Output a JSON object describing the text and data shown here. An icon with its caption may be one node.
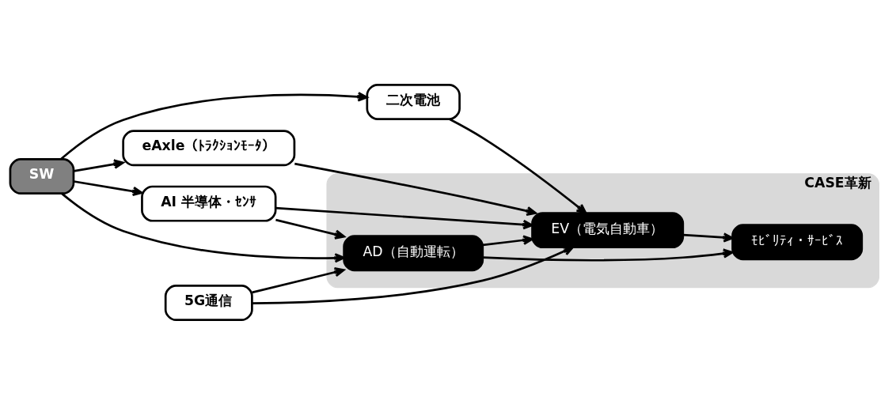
{
  "diagram": {
    "nodes": [
      {
        "text": [
          "CASE革新"
        ]
      },
      {
        "text": [
          "二次電池"
        ]
      },
      {
        "text": [
          "eAxle（ﾄﾗｸｼｮﾝﾓｰﾀ）"
        ]
      },
      {
        "text": [
          "AI 半導体・ｾﾝｻ"
        ]
      },
      {
        "text": [
          "SW"
        ]
      },
      {
        "text": [
          "EV（電気自動車）"
        ],
        "in": 0
      },
      {
        "text": [
          "AD（自動運転）"
        ],
        "in": 0
      },
      {
        "text": [
          "ﾓﾋﾞﾘﾃｨ・ｻｰﾋﾞｽ"
        ],
        "in": 0
      },
      {
        "text": [
          "5G通信"
        ]
      }
    ],
    "edges": [
      {
        "from": 4,
        "to": 1,
        "arrow": "to"
      },
      {
        "from": 4,
        "to": 2,
        "arrow": "to"
      },
      {
        "from": 4,
        "to": 3,
        "arrow": "to"
      },
      {
        "from": 1,
        "to": 5,
        "arrow": "to"
      },
      {
        "from": 2,
        "to": 5,
        "arrow": "to"
      },
      {
        "from": 3,
        "to": 5,
        "arrow": "to"
      },
      {
        "from": 3,
        "to": 6,
        "arrow": "to"
      },
      {
        "from": 4,
        "to": 6,
        "arrow": "to"
      },
      {
        "from": 8,
        "to": 6,
        "arrow": "to"
      },
      {
        "from": 6,
        "to": 5,
        "arrow": "to"
      },
      {
        "from": 6,
        "to": 7,
        "arrow": "to"
      },
      {
        "from": 5,
        "to": 7,
        "arrow": "to"
      },
      {
        "from": 8,
        "to": 5,
        "arrow": "to"
      }
    ]
  }
}
